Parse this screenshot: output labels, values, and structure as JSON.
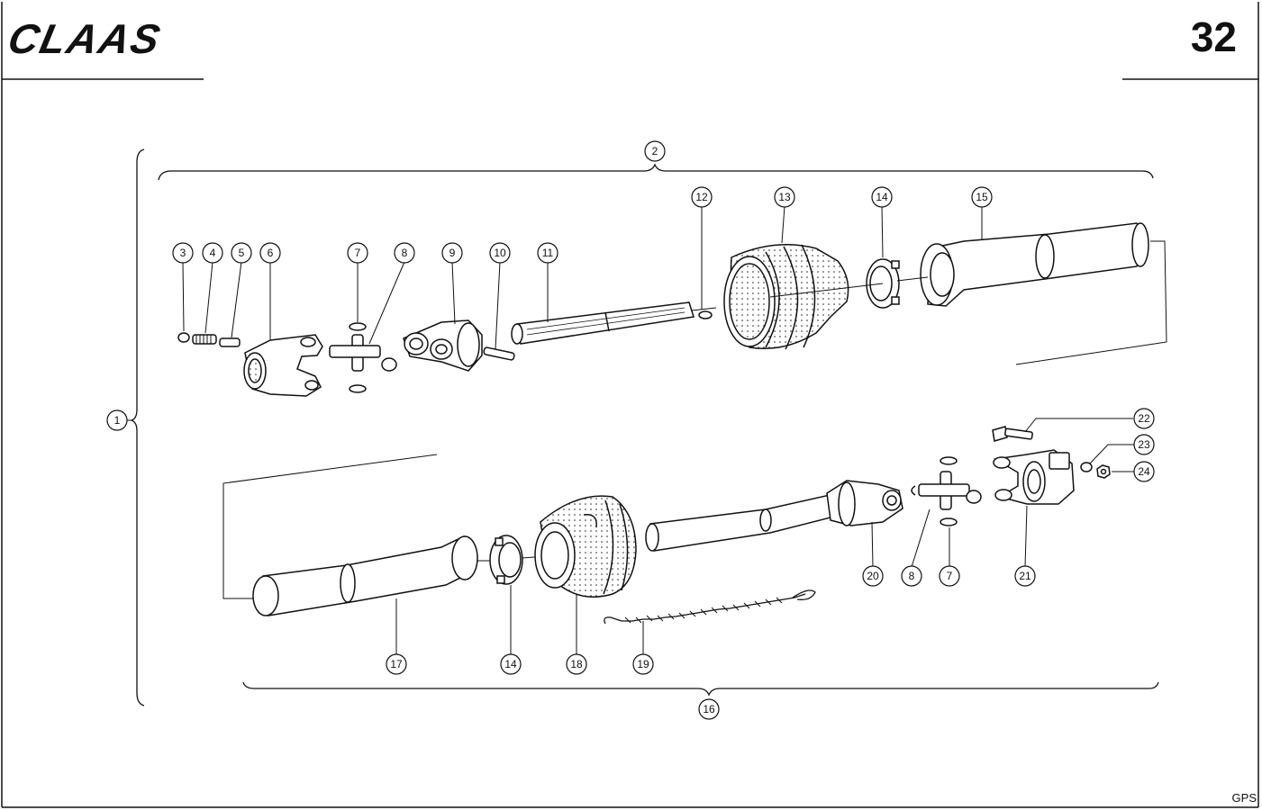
{
  "header": {
    "brand": "CLAAS",
    "page_number": "32"
  },
  "footer": {
    "code": "GPS"
  },
  "callouts": {
    "c1": "1",
    "c2": "2",
    "c3": "3",
    "c4": "4",
    "c5": "5",
    "c6": "6",
    "c7a": "7",
    "c8a": "8",
    "c9": "9",
    "c10": "10",
    "c11": "11",
    "c12": "12",
    "c13": "13",
    "c14a": "14",
    "c15": "15",
    "c16": "16",
    "c17": "17",
    "c14b": "14",
    "c18": "18",
    "c19": "19",
    "c20": "20",
    "c8b": "8",
    "c7b": "7",
    "c21": "21",
    "c22": "22",
    "c23": "23",
    "c24": "24"
  }
}
